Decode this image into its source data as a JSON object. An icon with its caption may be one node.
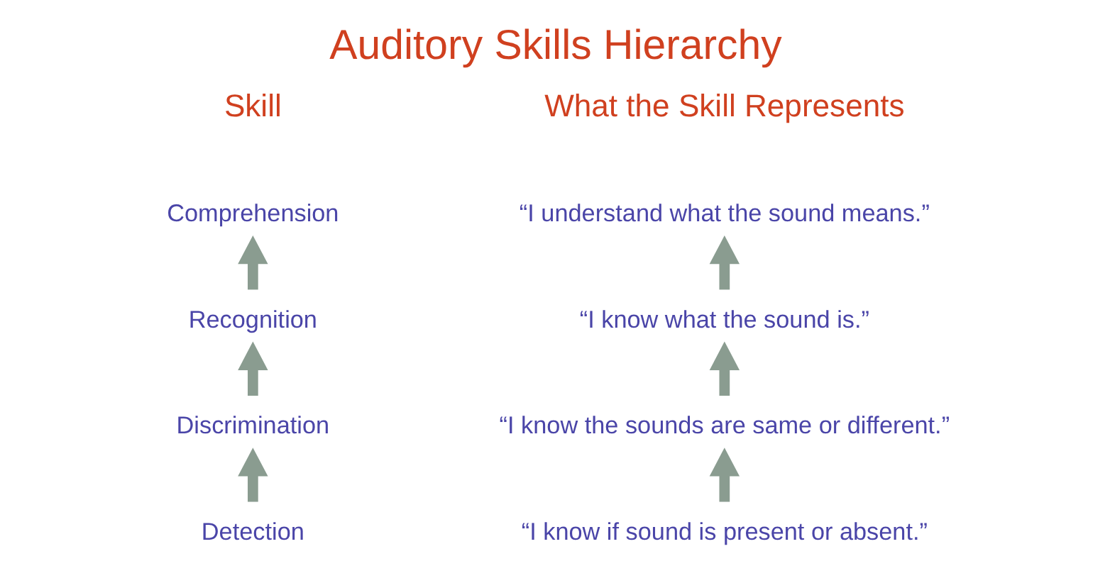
{
  "diagram": {
    "title": "Auditory Skills Hierarchy",
    "nodes": [
      {
        "text": [
          "Comprehension"
        ]
      },
      {
        "text": [
          "Recognition"
        ]
      },
      {
        "text": [
          "Discrimination"
        ]
      },
      {
        "text": [
          "Detection"
        ]
      },
      {
        "text": [
          "“I understand what the sound means.”"
        ]
      },
      {
        "text": [
          "“I know what the sound is.”"
        ]
      },
      {
        "text": [
          "“I know the sounds are same or different.”"
        ]
      },
      {
        "text": [
          "“I know if sound is present or absent.”"
        ]
      }
    ],
    "edges": [
      {
        "from": 3,
        "to": 2,
        "arrow": "to"
      },
      {
        "from": 2,
        "to": 1,
        "arrow": "to"
      },
      {
        "from": 1,
        "to": 0,
        "arrow": "to"
      },
      {
        "from": 7,
        "to": 6,
        "arrow": "to"
      },
      {
        "from": 6,
        "to": 5,
        "arrow": "to"
      },
      {
        "from": 5,
        "to": 4,
        "arrow": "to"
      }
    ],
    "labels": [
      "Skill",
      "What the Skill Represents"
    ]
  }
}
